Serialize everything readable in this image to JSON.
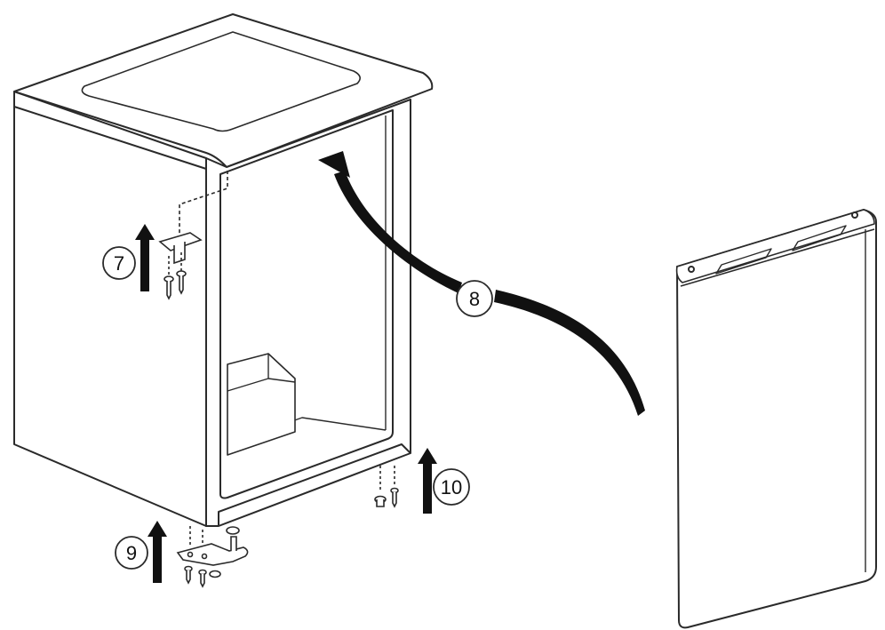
{
  "steps": [
    {
      "number": "7"
    },
    {
      "number": "8"
    },
    {
      "number": "9"
    },
    {
      "number": "10"
    }
  ],
  "colors": {
    "line": "#2a2a2a",
    "fill": "#ffffff",
    "shade": "#f2f2f2",
    "arrow": "#111111"
  }
}
